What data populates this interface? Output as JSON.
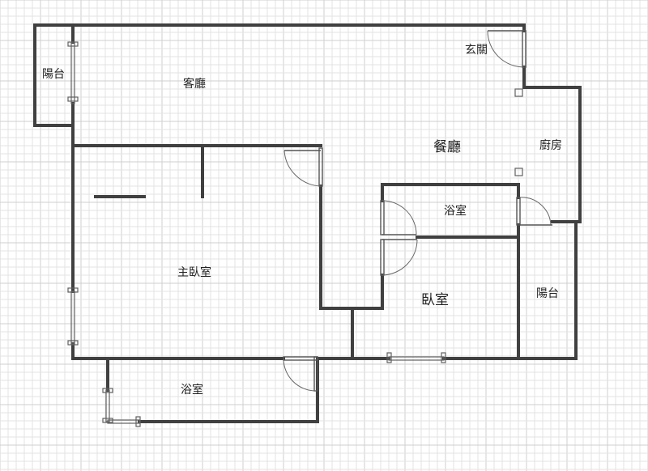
{
  "diagram": {
    "rooms": {
      "balcony_left": "陽台",
      "living_room": "客廳",
      "entrance": "玄關",
      "dining_room": "餐廳",
      "kitchen": "廚房",
      "bathroom_middle": "浴室",
      "master_bedroom": "主臥室",
      "bedroom": "臥室",
      "balcony_right": "陽台",
      "bathroom_bottom": "浴室"
    }
  }
}
